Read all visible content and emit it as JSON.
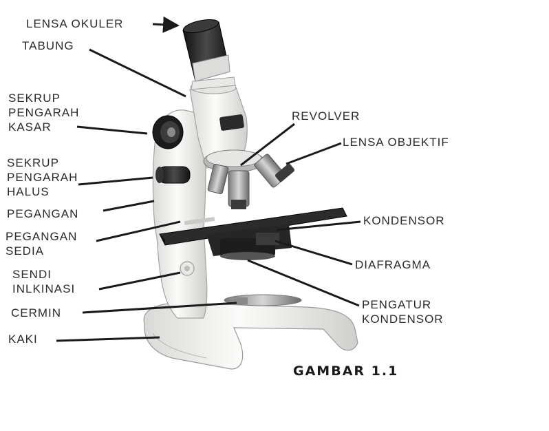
{
  "labels": {
    "lensa_okuler": "LENSA OKULER",
    "tabung": "TABUNG",
    "sekrup_kasar": [
      "SEKRUP",
      "PENGARAH",
      "KASAR"
    ],
    "sekrup_halus": [
      "SEKRUP",
      "PENGARAH",
      "HALUS"
    ],
    "pegangan": "PEGANGAN",
    "pegangan_sedia": [
      "PEGANGAN",
      "SEDIA"
    ],
    "sendi": [
      "SENDI",
      "INLKINASI"
    ],
    "cermin": "CERMIN",
    "kaki": "KAKI",
    "revolver": "REVOLVER",
    "lensa_objektif": "LENSA OBJEKTIF",
    "kondensor": "KONDENSOR",
    "diafragma": "DIAFRAGMA",
    "pengatur": [
      "PENGATUR",
      "KONDENSOR"
    ]
  },
  "caption": "GAMBAR 1.1",
  "colors": {
    "ink": "#1a1a1a",
    "body": "#f2f2f0",
    "stage": "#2b2b2b",
    "lens": "#6e6e6e"
  }
}
